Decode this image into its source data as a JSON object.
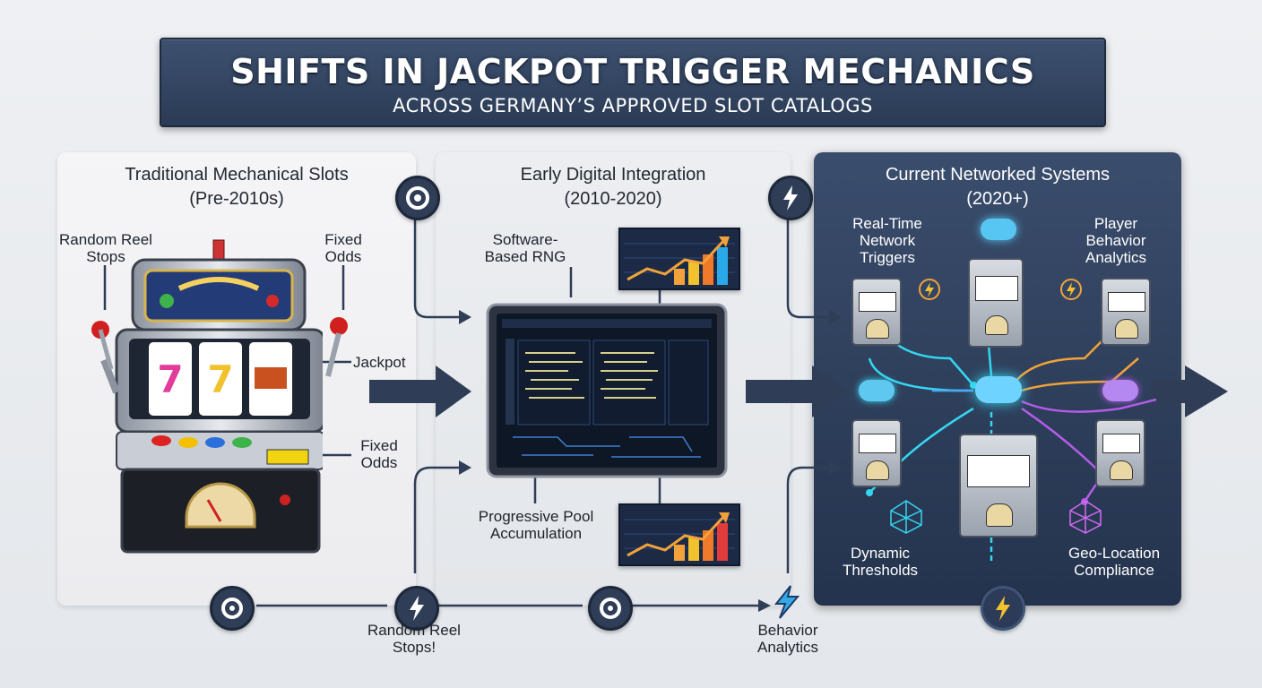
{
  "header": {
    "title": "SHIFTS IN JACKPOT TRIGGER MECHANICS",
    "subtitle": "ACROSS GERMANY’S APPROVED SLOT CATALOGS"
  },
  "stages": [
    {
      "title": "Traditional Mechanical Slots",
      "period": "(Pre-2010s)",
      "labels": {
        "top_left": "Random Reel Stops",
        "top_right": "Fixed Odds",
        "right_mid": "Jackpot",
        "right_low": "Fixed Odds"
      }
    },
    {
      "title": "Early Digital Integration",
      "period": "(2010-2020)",
      "labels": {
        "top": "Software-Based RNG",
        "bottom": "Progressive Pool Accumulation"
      }
    },
    {
      "title": "Current Networked Systems",
      "period": "(2020+)",
      "labels": {
        "top_left": "Real-Time Network Triggers",
        "top_right": "Player Behavior Analytics",
        "bottom_left": "Dynamic Thresholds",
        "bottom_right": "Geo-Location Compliance"
      }
    }
  ],
  "bottom_timeline": {
    "label_1": "Random Reel Stops!",
    "label_2": "Behavior Analytics"
  },
  "colors": {
    "banner": "#2f4160",
    "dark_panel": "#2b3b58",
    "arrow": "#2f3d56",
    "cyan": "#35d6f0",
    "orange": "#f2a23a",
    "purple": "#b25ce8"
  }
}
